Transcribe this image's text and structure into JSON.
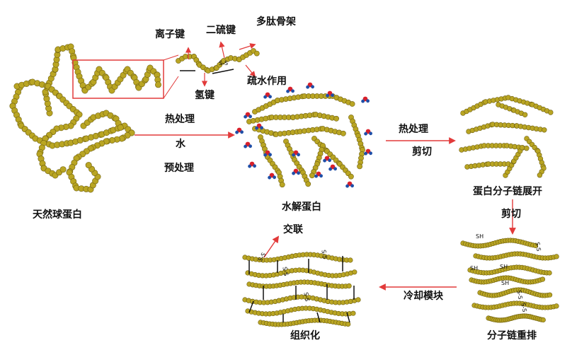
{
  "colors": {
    "bead": "#b9a523",
    "bead_edge": "#6f6010",
    "arrow": "#e23a3a",
    "highlight_box": "#e23a3a",
    "water_o": "#d8202b",
    "water_h": "#1f4fa8",
    "crosslink": "#111111"
  },
  "labels": {
    "native": "天然球蛋白",
    "hydrolyzed": "水解蛋白",
    "unfolded": "蛋白分子链展开",
    "rearranged": "分子链重排",
    "texturized": "组织化"
  },
  "bonds": {
    "ionic": "离子键",
    "disulfide": "二硫键",
    "backbone": "多肽骨架",
    "hydrogen": "氢键",
    "hydrophobic": "疏水作用",
    "ss_mark": "S-S"
  },
  "steps": {
    "heat": "热处理",
    "water": "水",
    "pretreat": "预处理",
    "heat2": "热处理",
    "shear": "剪切",
    "shear2": "剪切",
    "cool": "冷却模块",
    "crosslink": "交联"
  },
  "marks": {
    "sh1": "SH",
    "sh2": "SH",
    "sh3": "SH",
    "sh4": "SH",
    "ss_a": "S-S",
    "ss_b": "S-S",
    "ss_c": "S-S",
    "ss_d": "S-S",
    "ss_e": "S-S",
    "ss_f": "S-S",
    "ss_g": "S-S"
  }
}
